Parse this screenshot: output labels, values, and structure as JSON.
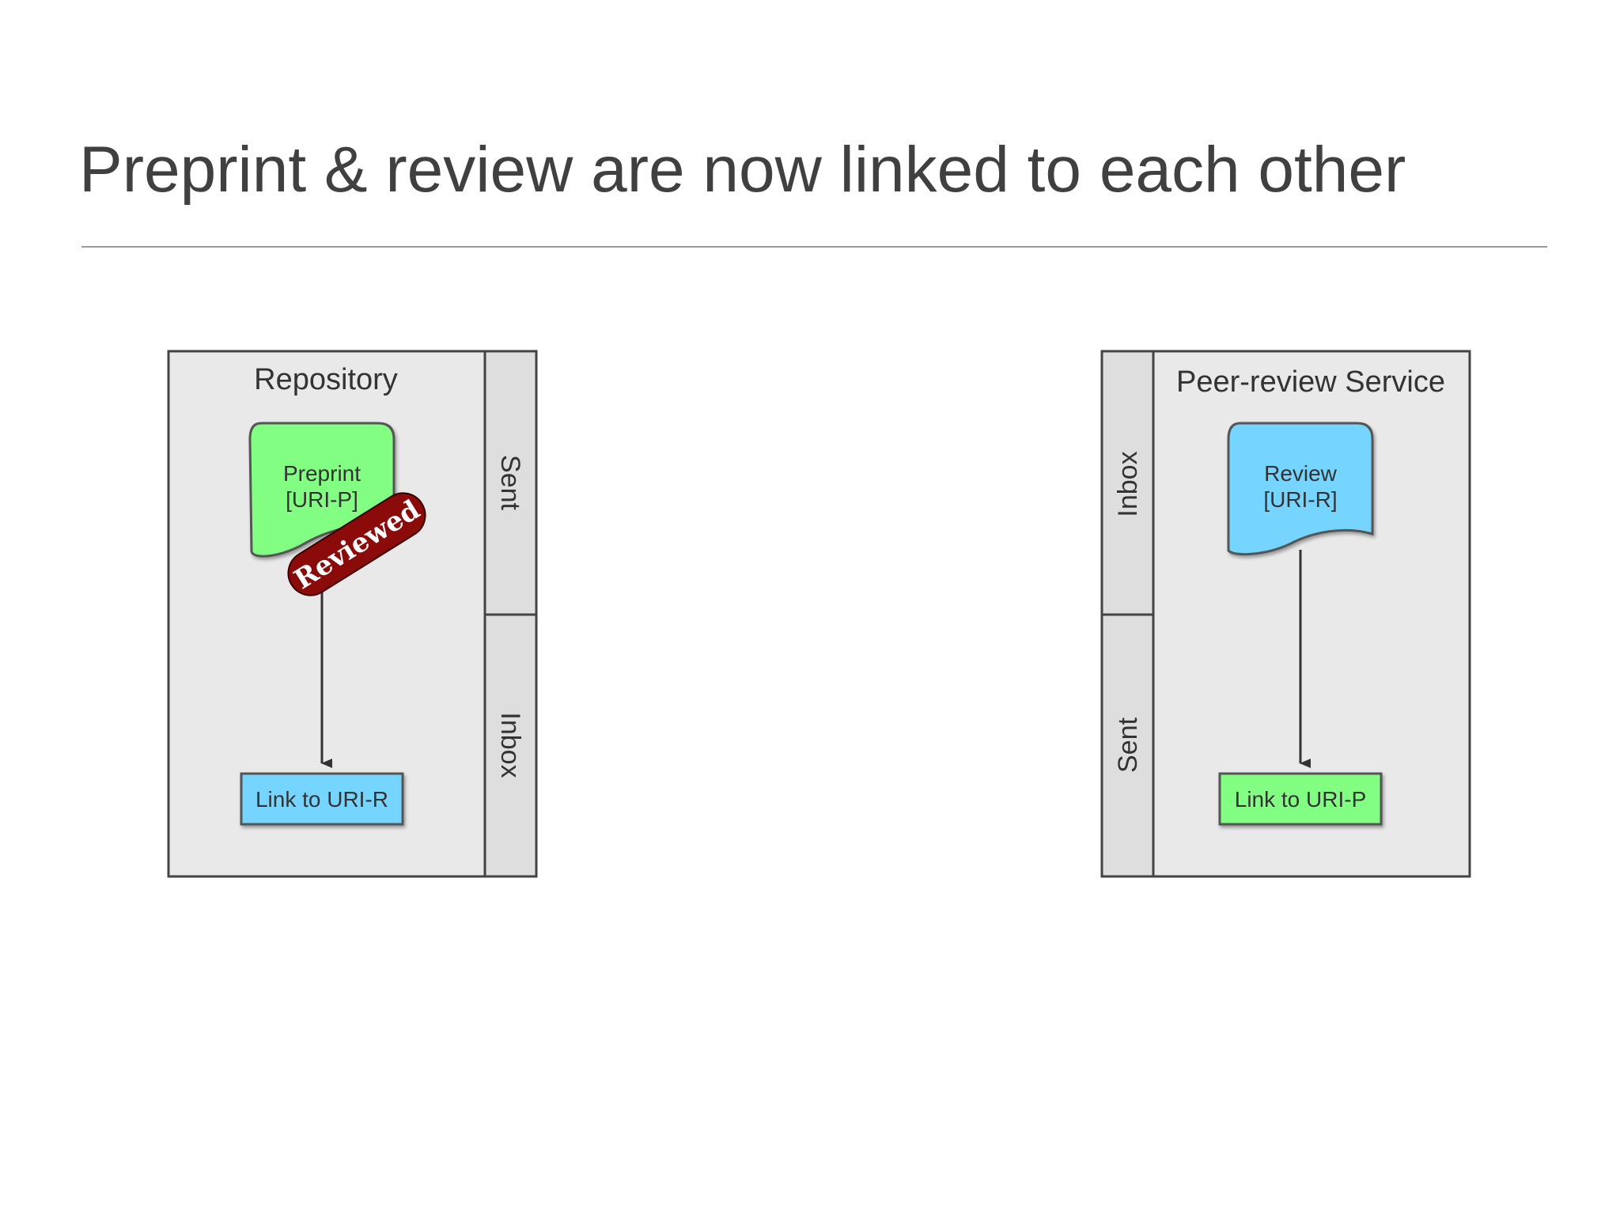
{
  "slide": {
    "title": "Preprint & review are now linked to each other"
  },
  "repository": {
    "title": "Repository",
    "document_line1": "Preprint",
    "document_line2": "[URI-P]",
    "stamp": "Reviewed",
    "link_box": "Link to URI-R",
    "tab_top": "Sent",
    "tab_bottom": "Inbox"
  },
  "service": {
    "title": "Peer-review Service",
    "document_line1": "Review",
    "document_line2": "[URI-R]",
    "link_box": "Link to URI-P",
    "tab_top": "Inbox",
    "tab_bottom": "Sent"
  },
  "colors": {
    "container_fill": "#e9e9e9",
    "tab_fill": "#dedede",
    "border": "#444444",
    "green": "#82ff82",
    "blue": "#74d5ff",
    "stamp_fill": "#8b0a0a",
    "title_text": "#404040"
  }
}
